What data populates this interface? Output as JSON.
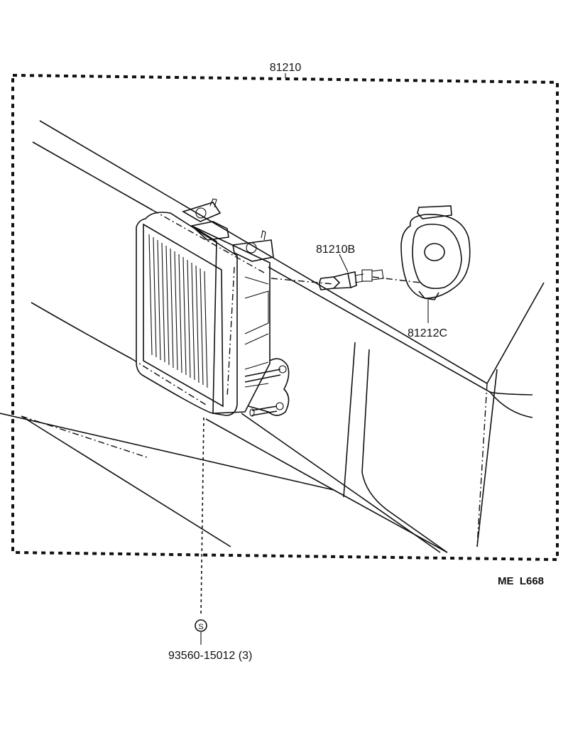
{
  "diagram": {
    "assembly_label": "81210",
    "bulb_label": "81210B",
    "socket_label": "81212C",
    "screw_symbol": "S",
    "screw_label": "93560-15012 (3)",
    "figure_code": "ME  L668"
  }
}
